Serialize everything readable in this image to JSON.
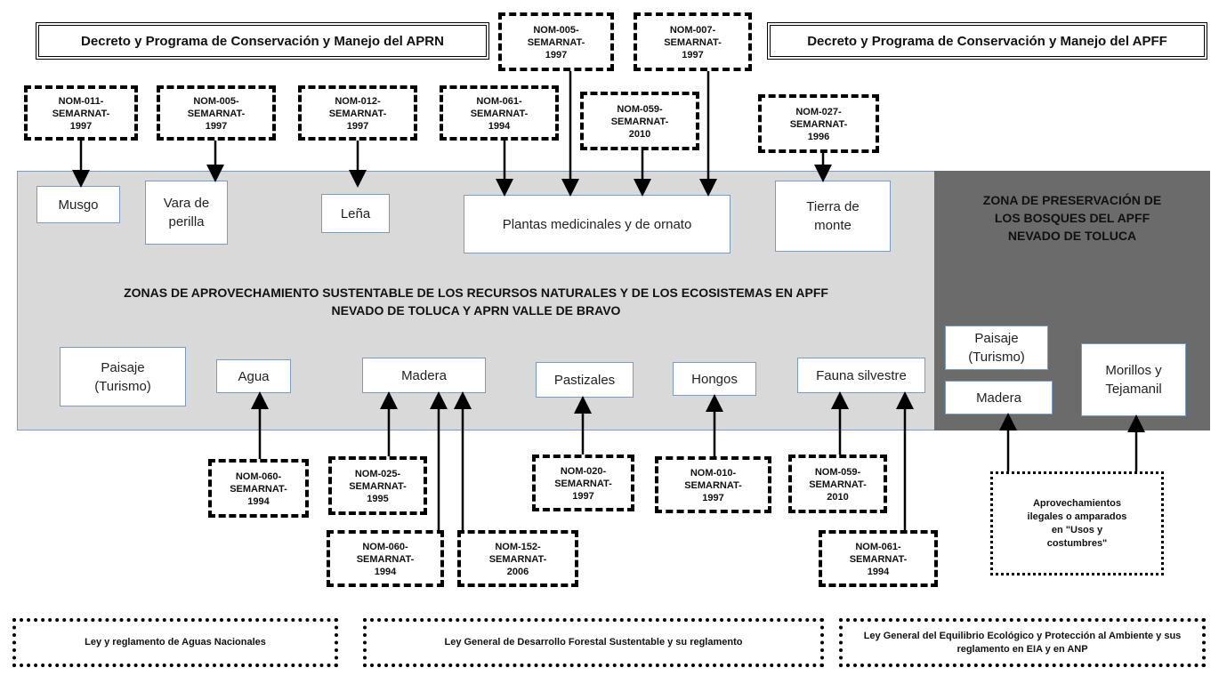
{
  "decretos": {
    "aprn": "Decreto y Programa de Conservación y Manejo del APRN",
    "apff": "Decreto y Programa de Conservación y Manejo del APFF"
  },
  "noms_top": {
    "nom011": "NOM-011-\nSEMARNAT-\n1997",
    "nom005a": "NOM-005-\nSEMARNAT-\n1997",
    "nom012": "NOM-012-\nSEMARNAT-\n1997",
    "nom061a": "NOM-061-\nSEMARNAT-\n1994",
    "nom005b": "NOM-005-\nSEMARNAT-\n1997",
    "nom007": "NOM-007-\nSEMARNAT-\n1997",
    "nom059a": "NOM-059-\nSEMARNAT-\n2010",
    "nom027": "NOM-027-\nSEMARNAT-\n1996"
  },
  "resources_top": {
    "musgo": "Musgo",
    "vara": "Vara de\nperilla",
    "lena": "Leña",
    "plantas": "Plantas medicinales y de ornato",
    "tierra": "Tierra de\nmonte"
  },
  "zone_main_title": "ZONAS DE APROVECHAMIENTO SUSTENTABLE DE LOS RECURSOS NATURALES Y DE LOS ECOSISTEMAS EN APFF\nNEVADO DE TOLUCA Y APRN VALLE DE BRAVO",
  "zone_pres_title": "ZONA DE PRESERVACIÓN DE\nLOS BOSQUES DEL APFF\nNEVADO DE TOLUCA",
  "resources_bottom": {
    "paisaje": "Paisaje\n(Turismo)",
    "agua": "Agua",
    "madera": "Madera",
    "pastizales": "Pastizales",
    "hongos": "Hongos",
    "fauna": "Fauna silvestre"
  },
  "resources_pres": {
    "paisaje": "Paisaje\n(Turismo)",
    "madera": "Madera",
    "morillos": "Morillos y\nTejamanil"
  },
  "noms_bottom": {
    "nom060a": "NOM-060-\nSEMARNAT-\n1994",
    "nom025": "NOM-025-\nSEMARNAT-\n1995",
    "nom060b": "NOM-060-\nSEMARNAT-\n1994",
    "nom152": "NOM-152-\nSEMARNAT-\n2006",
    "nom020": "NOM-020-\nSEMARNAT-\n1997",
    "nom010": "NOM-010-\nSEMARNAT-\n1997",
    "nom059b": "NOM-059-\nSEMARNAT-\n2010",
    "nom061b": "NOM-061-\nSEMARNAT-\n1994"
  },
  "ilegal": "Aprovechamientos\nilegales o amparados\nen \"Usos y\ncostumbres\"",
  "leyes": {
    "aguas": "Ley y reglamento de Aguas Nacionales",
    "forestal": "Ley General de Desarrollo Forestal Sustentable y su reglamento",
    "equilibrio": "Ley General del Equilibrio Ecológico y Protección al Ambiente y sus reglamento en EIA y en ANP"
  }
}
